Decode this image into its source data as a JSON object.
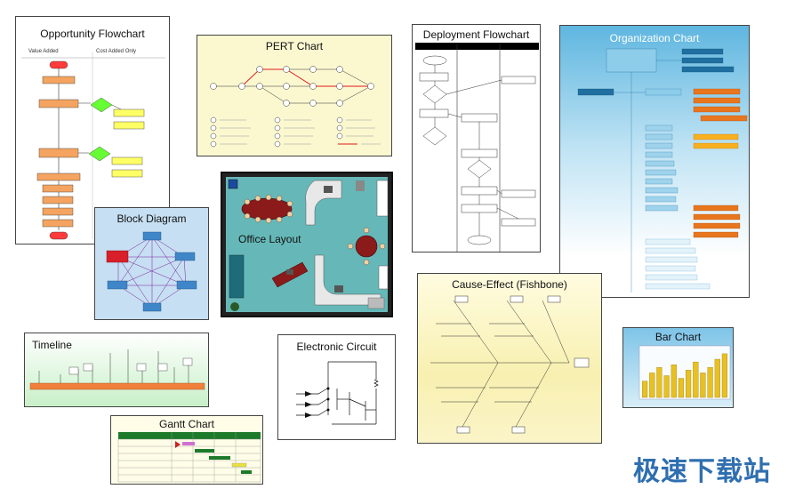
{
  "thumbnails": {
    "opportunity": {
      "title": "Opportunity Flowchart",
      "col1": "Value Added",
      "col2": "Cost Added Only"
    },
    "pert": {
      "title": "PERT Chart"
    },
    "deployment": {
      "title": "Deployment Flowchart"
    },
    "organization": {
      "title": "Organization Chart"
    },
    "block": {
      "title": "Block Diagram"
    },
    "office": {
      "title": "Office Layout"
    },
    "timeline": {
      "title": "Timeline"
    },
    "circuit": {
      "title": "Electronic Circuit"
    },
    "fishbone": {
      "title": "Cause-Effect (Fishbone)"
    },
    "bar": {
      "title": "Bar Chart"
    },
    "gantt": {
      "title": "Gantt Chart"
    }
  },
  "watermark": "极速下载站",
  "colors": {
    "orange": "#f4a460",
    "yellow": "#ffff66",
    "green_diamond": "#66ff33",
    "office_floor": "#66b8b8",
    "org_bg_top": "#5fb6e0",
    "org_box": "#3a9ec8",
    "org_orange": "#e8761e",
    "bar_fill": "#e8c020",
    "block_bg": "#c6dff2",
    "table_red": "#8b1a1a"
  },
  "chart_data": {
    "type": "bar",
    "values": [
      6,
      9,
      11,
      8,
      12,
      7,
      10,
      13,
      9,
      11,
      14,
      16
    ]
  }
}
